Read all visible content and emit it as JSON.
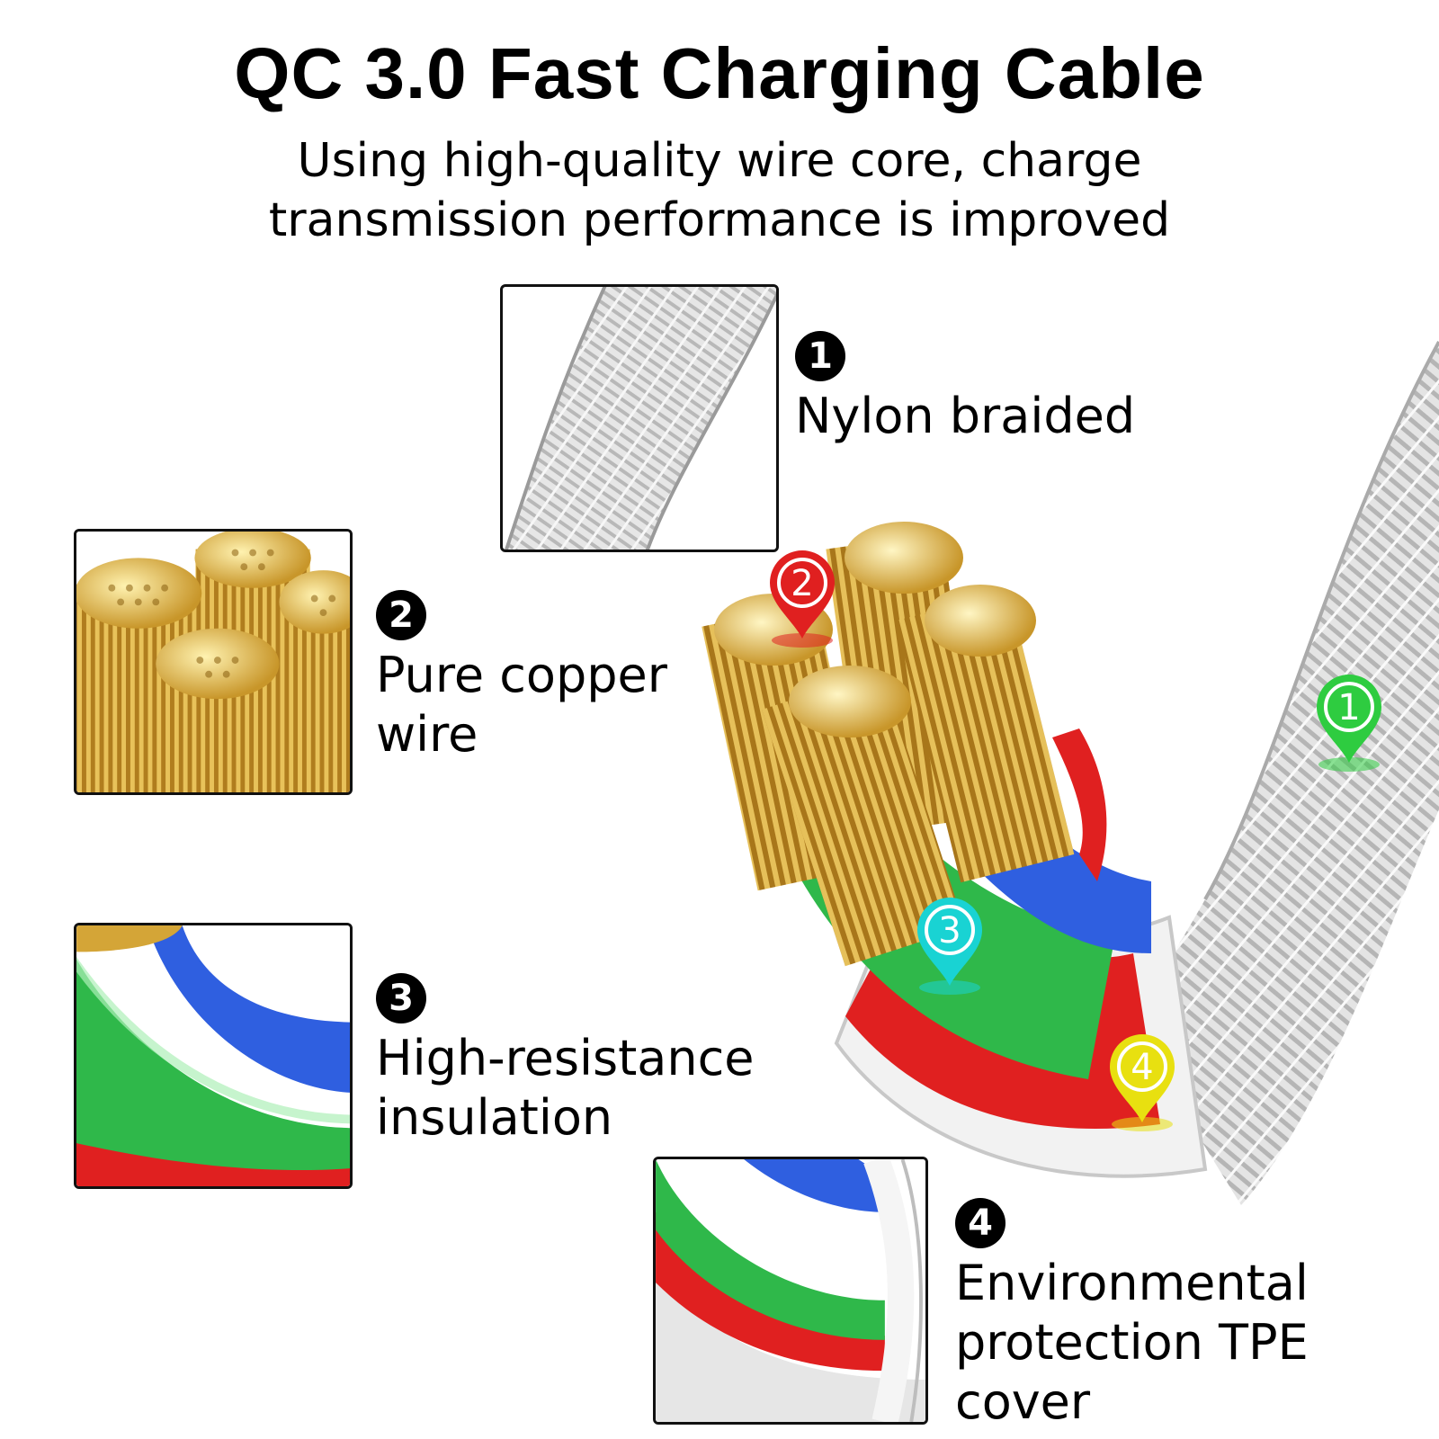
{
  "header": {
    "title": "QC 3.0 Fast Charging Cable",
    "subtitle_line1": "Using high-quality wire core, charge",
    "subtitle_line2": "transmission performance is improved"
  },
  "features": [
    {
      "number": "1",
      "line1": "Nylon braided",
      "line2": "",
      "line3": ""
    },
    {
      "number": "2",
      "line1": "Pure copper",
      "line2": "wire",
      "line3": ""
    },
    {
      "number": "3",
      "line1": "High-resistance",
      "line2": "insulation",
      "line3": ""
    },
    {
      "number": "4",
      "line1": "Environmental",
      "line2": "protection TPE",
      "line3": "cover"
    }
  ],
  "markers": [
    {
      "number": "1",
      "color": "#2ecc40"
    },
    {
      "number": "2",
      "color": "#e02020"
    },
    {
      "number": "3",
      "color": "#19d3d3"
    },
    {
      "number": "4",
      "color": "#e8e010"
    }
  ],
  "colors": {
    "copper": "#d4a537",
    "insulation_green": "#2fb84a",
    "insulation_blue": "#2f5fe0",
    "insulation_red": "#e02020",
    "braid": "#dcdcdc"
  }
}
